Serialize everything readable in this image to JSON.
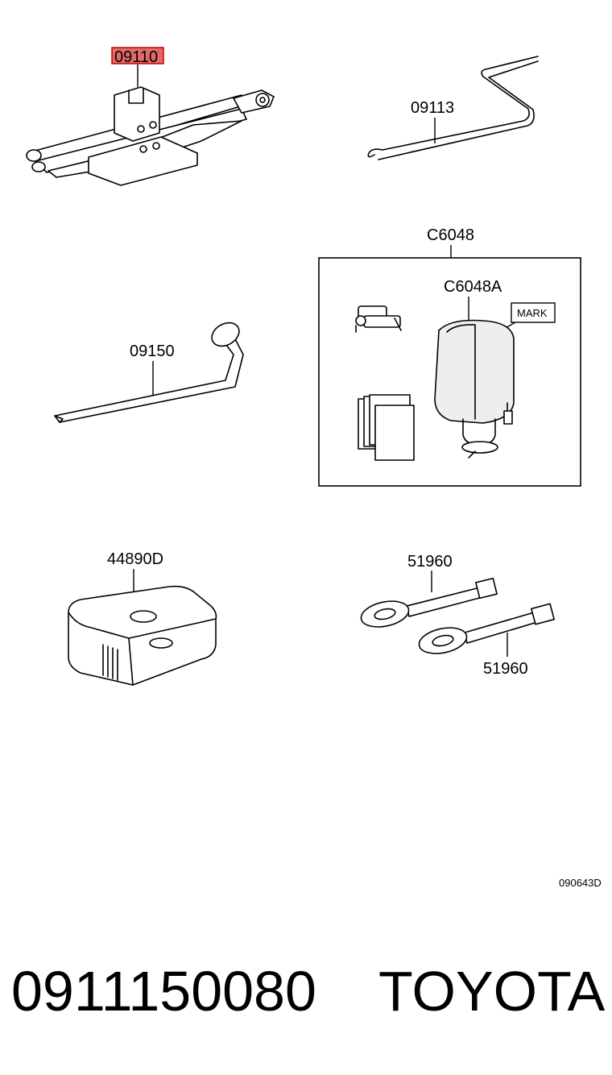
{
  "labels": {
    "jack": "09110",
    "handle": "09113",
    "wrench": "09150",
    "kit": "C6048",
    "kit_bottle": "C6048A",
    "mark": "MARK",
    "tray": "44890D",
    "hook_upper": "51960",
    "hook_lower": "51960",
    "drawing_code": "090643D"
  },
  "highlight_color": "#d9534f",
  "footer": {
    "part_number": "0911150080",
    "brand": "TOYOTA"
  }
}
